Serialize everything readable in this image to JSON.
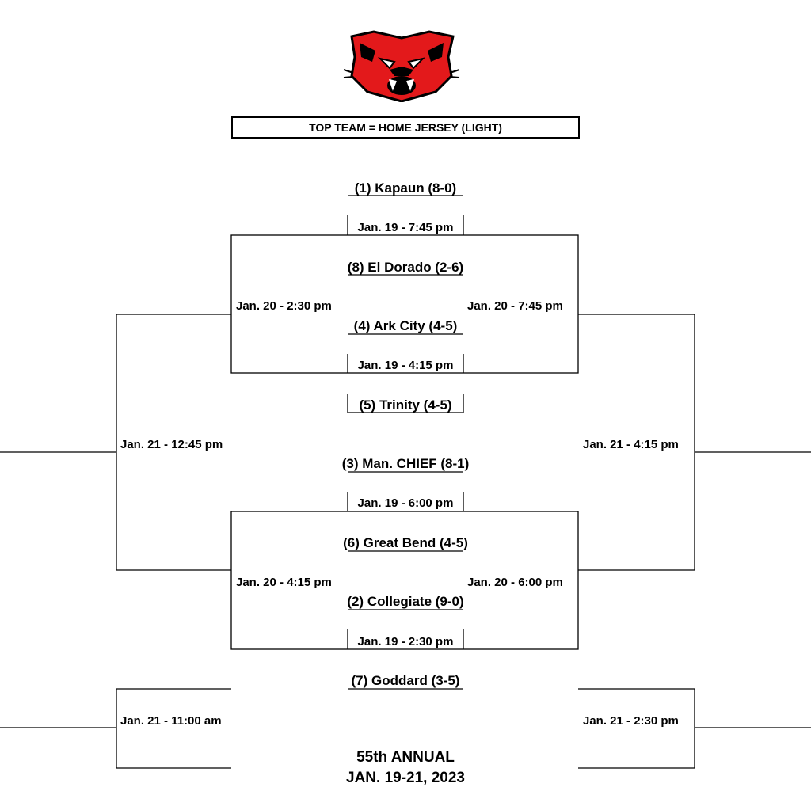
{
  "header": {
    "notice": "TOP TEAM = HOME JERSEY (LIGHT)",
    "logo_icon": "panther-head-logo",
    "logo_color": "#e3191b"
  },
  "teams": {
    "kapaun": "(1) Kapaun (8-0)",
    "el_dorado": "(8) El Dorado (2-6)",
    "ark_city": "(4) Ark City (4-5)",
    "trinity": "(5) Trinity (4-5)",
    "man_chief": "(3) Man. CHIEF (8-1)",
    "great_bend": "(6) Great Bend (4-5)",
    "collegiate": "(2) Collegiate (9-0)",
    "goddard": "(7) Goddard (3-5)"
  },
  "games": {
    "g1": "Jan. 19 - 7:45 pm",
    "g2": "Jan. 19 - 4:15 pm",
    "g3": "Jan. 19 - 6:00 pm",
    "g4": "Jan. 19 - 2:30 pm",
    "cons_top": "Jan. 20 - 2:30 pm",
    "semi_top": "Jan. 20 - 7:45 pm",
    "cons_bottom": "Jan. 20 - 4:15 pm",
    "semi_bottom": "Jan. 20 - 6:00 pm",
    "cons_final": "Jan. 21 - 12:45 pm",
    "final": "Jan. 21 - 4:15 pm",
    "seventh_place": "Jan. 21 - 11:00 am",
    "third_place": "Jan. 21 - 2:30 pm"
  },
  "footer": {
    "edition": "55th ANNUAL",
    "dates": "JAN. 19-21, 2023"
  }
}
